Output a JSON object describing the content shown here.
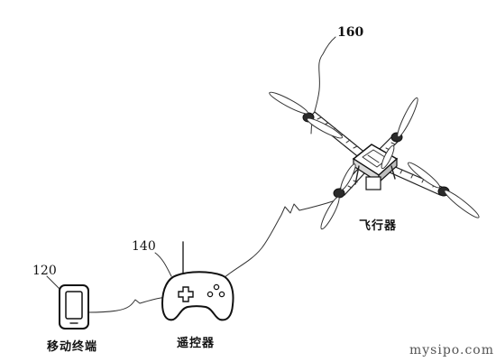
{
  "labels": {
    "aircraft_ref": "160",
    "aircraft_name": "飞行器",
    "controller_ref": "140",
    "controller_name": "遥控器",
    "mobile_ref": "120",
    "mobile_name": "移动终端"
  },
  "watermark": "mysipo.com"
}
